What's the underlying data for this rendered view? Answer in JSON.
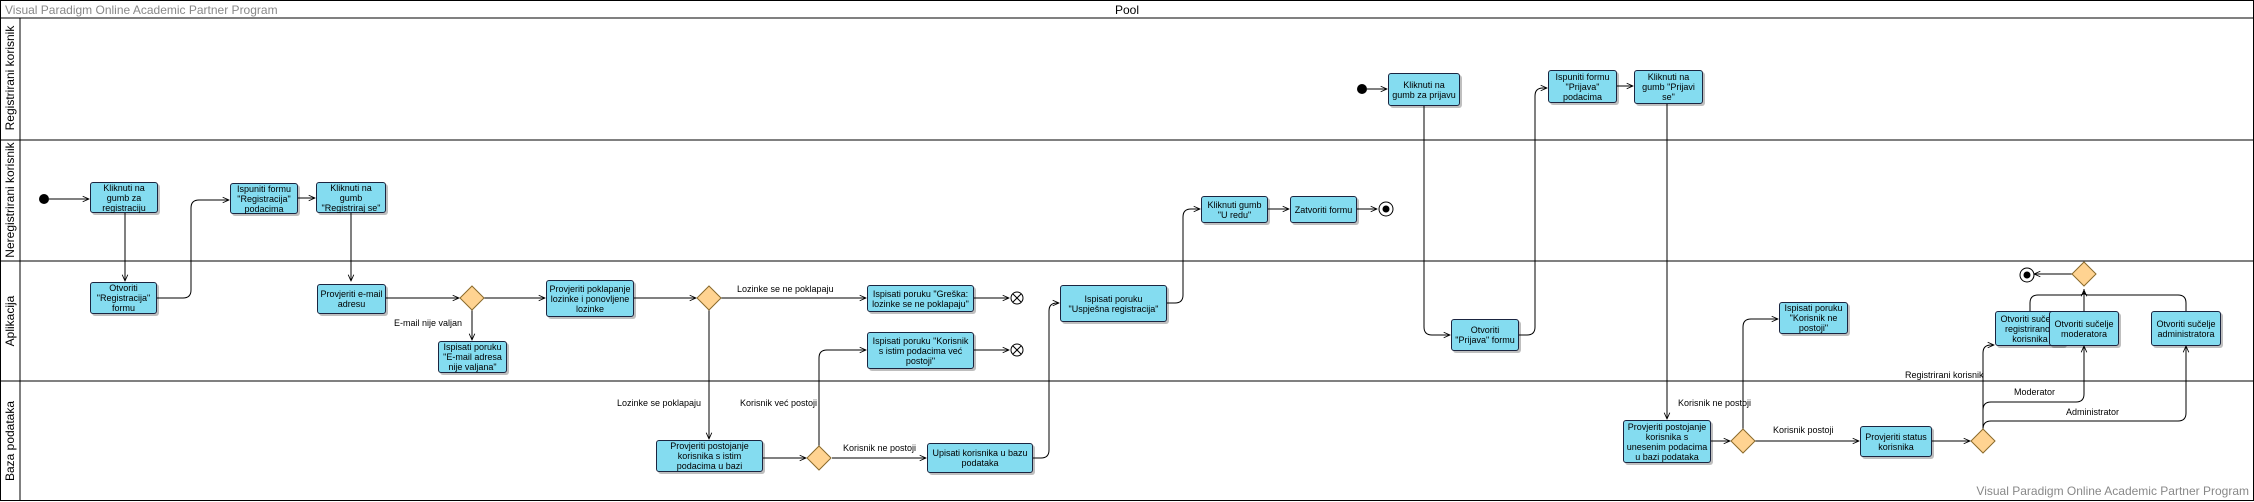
{
  "watermark": "Visual Paradigm Online Academic Partner Program",
  "pool": {
    "title": "Pool"
  },
  "lanes": [
    "Registrirani korisnik",
    "Neregistrirani korisnik",
    "Aplikacija",
    "Baza podataka"
  ],
  "activities": {
    "a1": "Kliknuti na gumb za registraciju",
    "a2": "Otvoriti \"Registracija\" formu",
    "a3": "Ispuniti formu \"Registracija\" podacima",
    "a4": "Kliknuti na gumb \"Registriraj se\"",
    "a5": "Provjeriti e-mail adresu",
    "a6": "Ispisati poruku \"E-mail adresa nije valjana\"",
    "a7": "Provjeriti poklapanje lozinke i ponovljene lozinke",
    "a8": "Ispisati poruku \"Greška: lozinke se ne poklapaju\"",
    "a9": "Ispisati poruku \"Korisnik s istim podacima već postoji\"",
    "a10": "Provjeriti postojanje korisnika s istim podacima u bazi",
    "a11": "Upisati korisnika u bazu podataka",
    "a12": "Ispisati poruku \"Uspješna registracija\"",
    "a13": "Kliknuti gumb \"U redu\"",
    "a14": "Zatvoriti formu",
    "a15": "Kliknuti na gumb za prijavu",
    "a16": "Otvoriti \"Prijava\" formu",
    "a17": "Ispuniti formu \"Prijava\" podacima",
    "a18": "Kliknuti na gumb \"Prijavi se\"",
    "a19": "Provjeriti postojanje korisnika s unesenim podacima u bazi podataka",
    "a20": "Ispisati poruku \"Korisnik ne postoji\"",
    "a21": "Provjeriti status korisnika",
    "a22": "Otvoriti sučelje registriranog korisnika",
    "a23": "Otvoriti sučelje moderatora",
    "a24": "Otvoriti sučelje administratora"
  },
  "edge_labels": {
    "email_invalid": "E-mail nije valjan",
    "pw_mismatch": "Lozinke se ne poklapaju",
    "pw_match": "Lozinke se poklapaju",
    "user_exists": "Korisnik već postoji",
    "user_not_exists": "Korisnik ne postoji",
    "login_user_not_exists": "Korisnik ne postoji",
    "login_user_exists": "Korisnik postoji",
    "role_registered": "Registrirani korisnik",
    "role_moderator": "Moderator",
    "role_admin": "Administrator"
  },
  "colors": {
    "activity_fill": "#84dcf0",
    "activity_border": "#1b2540",
    "decision_fill": "#ffd391",
    "decision_border": "#8a6a2a",
    "lane_border": "#000000",
    "watermark": "#888888"
  }
}
